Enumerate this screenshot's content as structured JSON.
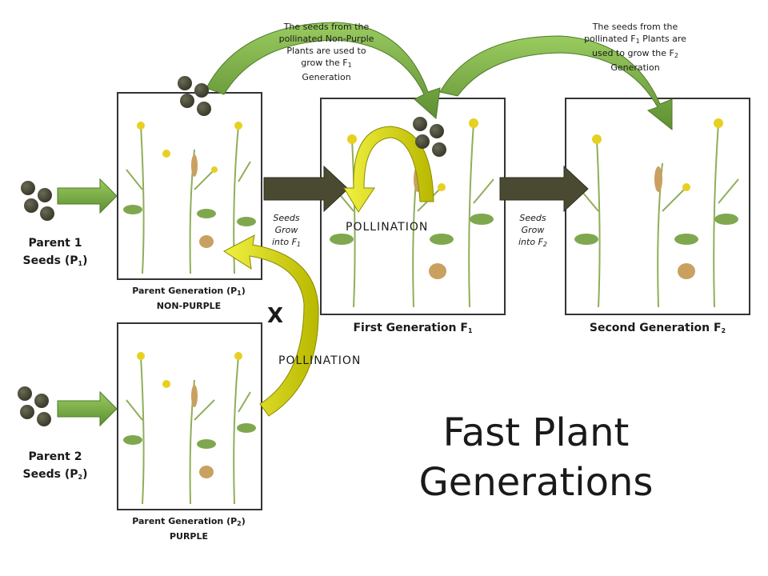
{
  "title_line1": "Fast Plant",
  "title_line2": "Generations",
  "parent1": {
    "label": "Parent 1",
    "seeds_prefix": "Seeds (P",
    "sub": "1",
    "suffix": ")"
  },
  "parent2": {
    "label": "Parent 2",
    "seeds_prefix": "Seeds (P",
    "sub": "2",
    "suffix": ")"
  },
  "box_p1": {
    "caption_prefix": "Parent Generation (P",
    "sub": "1",
    "suffix": ")",
    "caption2": "NON-PURPLE"
  },
  "box_p2": {
    "caption_prefix": "Parent Generation (P",
    "sub": "2",
    "suffix": ")",
    "caption2": "PURPLE"
  },
  "box_f1": {
    "caption": "First Generation F",
    "sub": "1"
  },
  "box_f2": {
    "caption": "Second Generation F",
    "sub": "2"
  },
  "cross_symbol": "X",
  "pollination_1": "POLLINATION",
  "pollination_2": "POLLINATION",
  "grow_f1": {
    "line1": "Seeds",
    "line2": "Grow",
    "line3": "into F",
    "sub": "1"
  },
  "grow_f2": {
    "line1": "Seeds",
    "line2": "Grow",
    "line3": "into F",
    "sub": "2"
  },
  "note_left": {
    "l1": "The seeds from the",
    "l2": "pollinated Non-Purple",
    "l3": "Plants are used to",
    "l4": "grow the F",
    "l4sub": "1",
    "l5": "Generation"
  },
  "note_right": {
    "l1": "The seeds from the",
    "l2": "pollinated F",
    "l2sub": "1",
    "l2b": " Plants are",
    "l3": "used to grow the F",
    "l3sub": "2",
    "l4": "Generation"
  },
  "colors": {
    "arrow_green": "#7fb04a",
    "arrow_dark": "#4a4a32",
    "pollination_yellow": "#d4d400",
    "seed": "#3b3b2c",
    "plant_green": "#8fae5a",
    "flower_yellow": "#e8d020"
  }
}
